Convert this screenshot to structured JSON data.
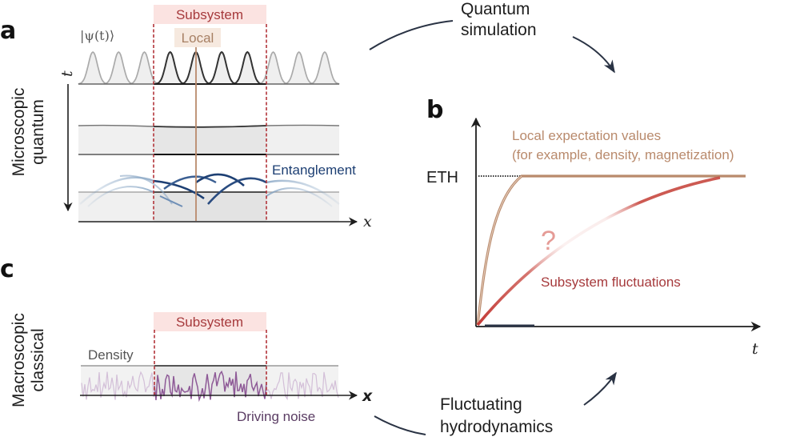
{
  "panels": {
    "a": {
      "letter": "a",
      "side_label": [
        "Microscopic",
        "quantum"
      ],
      "state_label": "|ψ(t)⟩",
      "subsystem_label": "Subsystem",
      "local_label": "Local",
      "entanglement_label": "Entanglement",
      "time_axis_label": "t",
      "space_axis_label": "x",
      "peaks_total": 10,
      "peaks_in_subsystem": 4
    },
    "b": {
      "letter": "b",
      "eth_label": "ETH",
      "local_expectation_label": [
        "Local expectation values",
        "(for example, density, magnetization)"
      ],
      "fluctuation_label": "Subsystem fluctuations",
      "question_mark": "?",
      "time_axis_label": "t"
    },
    "c": {
      "letter": "c",
      "side_label": [
        "Macroscopic",
        "classical"
      ],
      "subsystem_label": "Subsystem",
      "density_label": "Density",
      "noise_label": "Driving noise",
      "space_axis_label": "x"
    }
  },
  "flows": {
    "quantum_simulation": [
      "Quantum",
      "simulation"
    ],
    "fluctuating_hydrodynamics": [
      "Fluctuating",
      "hydrodynamics"
    ]
  },
  "colors": {
    "subsystem_red": "#b2343a",
    "subsystem_bg": "#fbe3e1",
    "local_tan": "#b98a6c",
    "local_bg": "#f6e9df",
    "entangle_blue": "#1d3f73",
    "noise_purple": "#8e5a97",
    "fluct_red": "#c7473f"
  }
}
